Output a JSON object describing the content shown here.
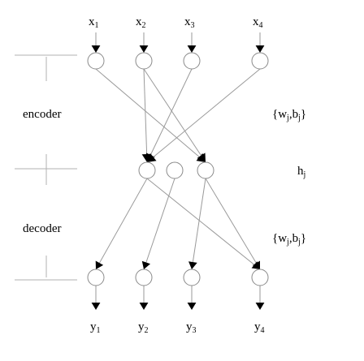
{
  "inputs": [
    {
      "base": "x",
      "sub": "1"
    },
    {
      "base": "x",
      "sub": "2"
    },
    {
      "base": "x",
      "sub": "3"
    },
    {
      "base": "x",
      "sub": "4"
    }
  ],
  "outputs": [
    {
      "base": "y",
      "sub": "1"
    },
    {
      "base": "y",
      "sub": "2"
    },
    {
      "base": "y",
      "sub": "3"
    },
    {
      "base": "y",
      "sub": "4"
    }
  ],
  "labels": {
    "encoder": "encoder",
    "decoder": "decoder",
    "encoder_params": "{w",
    "encoder_params_sub": "j",
    "encoder_params_mid": ",b",
    "encoder_params_sub2": "j",
    "encoder_params_end": "}",
    "decoder_params": "{w",
    "decoder_params_sub": "j",
    "decoder_params_mid": ",b",
    "decoder_params_sub2": "j",
    "decoder_params_end": "}",
    "hidden_base": "h",
    "hidden_sub": "j"
  },
  "colors": {
    "line": "#9a9a9a",
    "node": "#8a8a8a",
    "arrow": "#000000",
    "text": "#000000"
  }
}
